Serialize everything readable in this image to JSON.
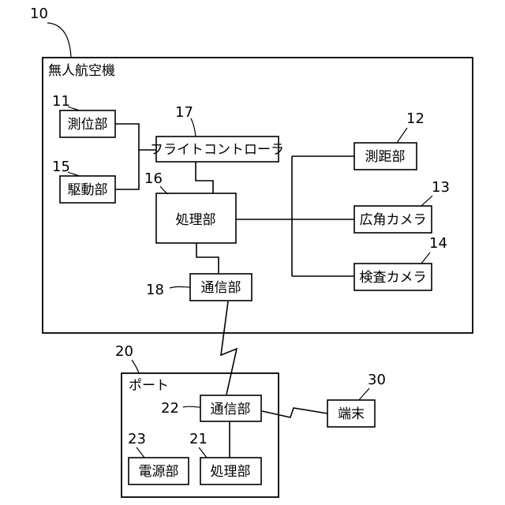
{
  "refs": {
    "r10": "10",
    "r11": "11",
    "r12": "12",
    "r13": "13",
    "r14": "14",
    "r15": "15",
    "r16": "16",
    "r17": "17",
    "r18": "18",
    "r20": "20",
    "r21": "21",
    "r22": "22",
    "r23": "23",
    "r30": "30"
  },
  "drone": {
    "title": "無人航空機",
    "positioning": "測位部",
    "drive": "駆動部",
    "flight_controller": "フライトコントローラ",
    "processing": "処理部",
    "communication": "通信部",
    "ranging": "測距部",
    "wide_camera": "広角カメラ",
    "inspection_camera": "検査カメラ"
  },
  "port": {
    "title": "ポート",
    "communication": "通信部",
    "power": "電源部",
    "processing": "処理部"
  },
  "terminal": {
    "label": "端末"
  }
}
